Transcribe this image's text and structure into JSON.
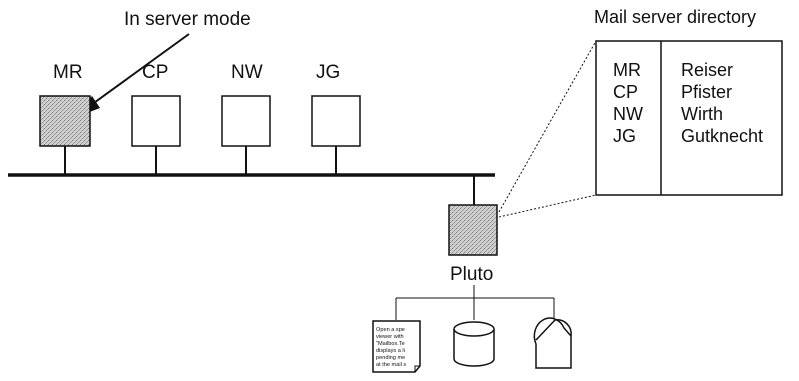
{
  "annotation": {
    "text": "In server mode"
  },
  "workstations": [
    {
      "id": "MR",
      "label": "MR",
      "state": "server-mode"
    },
    {
      "id": "CP",
      "label": "CP",
      "state": "normal"
    },
    {
      "id": "NW",
      "label": "NW",
      "state": "normal"
    },
    {
      "id": "JG",
      "label": "JG",
      "state": "normal"
    }
  ],
  "server": {
    "label": "Pluto"
  },
  "directory": {
    "title": "Mail server directory",
    "entries": [
      {
        "code": "MR",
        "name": "Reiser"
      },
      {
        "code": "CP",
        "name": "Pfister"
      },
      {
        "code": "NW",
        "name": "Wirth"
      },
      {
        "code": "JG",
        "name": "Gutknecht"
      }
    ]
  },
  "peripherals": {
    "document": {
      "lines": [
        "Open a spe",
        "viewer with",
        "\"Mailbox.Te",
        "displays a li",
        "pending me",
        "at the mail s"
      ]
    },
    "disk_icon": "disk-icon",
    "printer_icon": "printer-icon"
  },
  "colors": {
    "line": "#111111",
    "server_fill": "#c4c4c4",
    "background": "#ffffff"
  }
}
